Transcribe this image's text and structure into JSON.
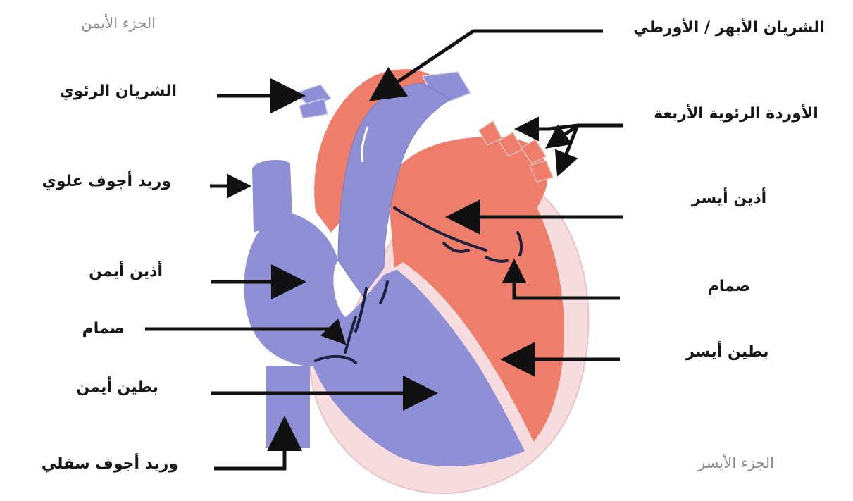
{
  "side_labels": {
    "right_side": "الجزء الأيمن",
    "left_side": "الجزء الأيسر"
  },
  "left_labels": {
    "pulmonary_artery": "الشريان الرئوي",
    "superior_vena_cava": "وريد أجوف علوي",
    "right_atrium": "أذين أيمن",
    "valve": "صمام",
    "right_ventricle": "بطين أيمن",
    "inferior_vena_cava": "وريد أجوف سفلي"
  },
  "right_labels": {
    "aorta": "الشريان الأبهر / الأورطي",
    "pulmonary_veins": "الأوردة الرئوية الأربعة",
    "left_atrium": "أذين أيسر",
    "valve": "صمام",
    "left_ventricle": "بطين أيسر"
  },
  "colors": {
    "deoxygenated": "#8f8fd6",
    "oxygenated": "#ee7d6a",
    "wall": "#f6dcdf",
    "outline": "#1a1a1a"
  }
}
